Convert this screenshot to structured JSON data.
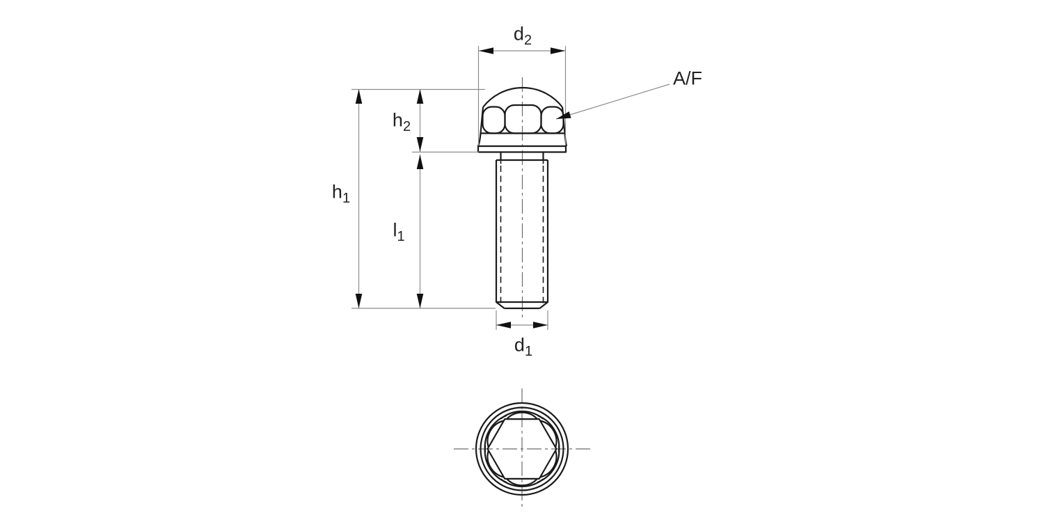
{
  "drawing": {
    "description_labels": {
      "d2": {
        "base": "d",
        "sub": "2"
      },
      "af": {
        "text": "A/F"
      },
      "h2": {
        "base": "h",
        "sub": "2"
      },
      "h1": {
        "base": "h",
        "sub": "1"
      },
      "l1": {
        "base": "l",
        "sub": "1"
      },
      "d1": {
        "base": "d",
        "sub": "1"
      }
    },
    "colors": {
      "background": "#ffffff",
      "object_line": "#1a1a1a",
      "dimension_line": "#8c8c8c",
      "centerline": "#6b6b6b",
      "arrowhead": "#111111",
      "text": "#222222"
    }
  }
}
